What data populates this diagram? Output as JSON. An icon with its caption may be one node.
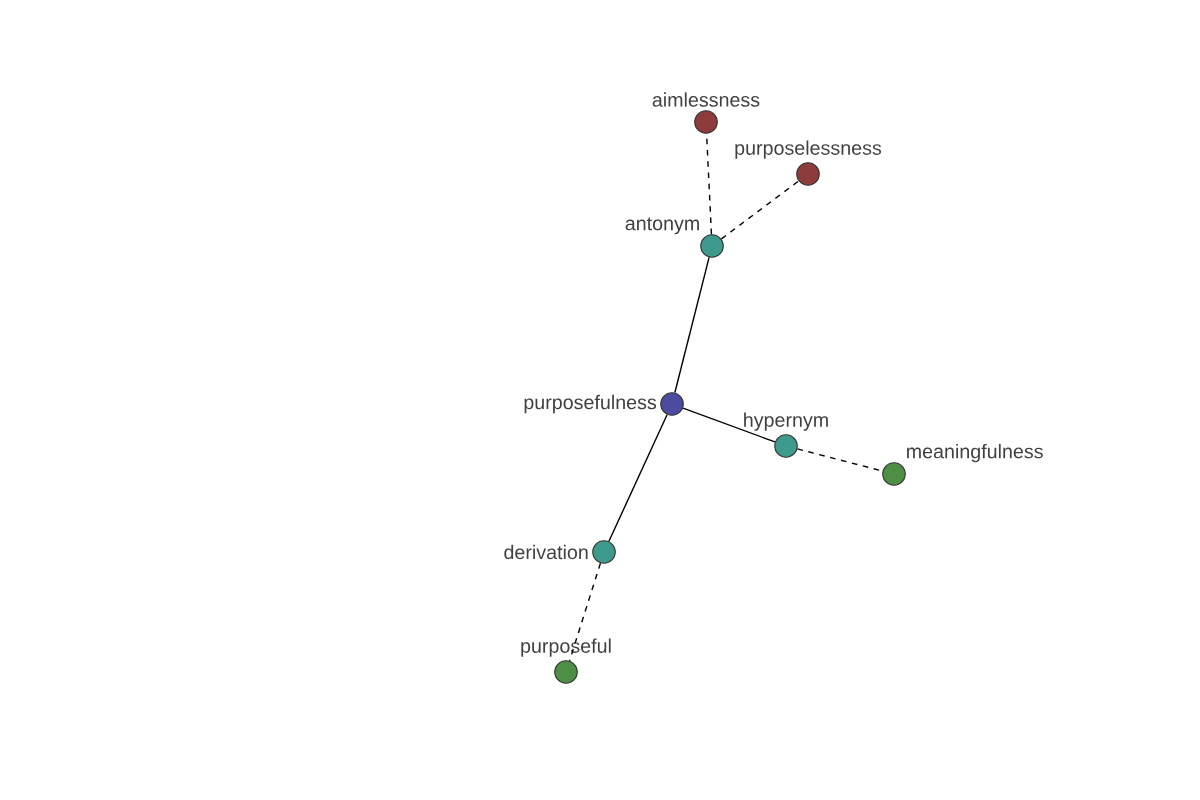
{
  "diagram": {
    "nodes": [
      {
        "text": [
          "purposefulness"
        ]
      },
      {
        "text": [
          "antonym"
        ]
      },
      {
        "text": [
          "aimlessness"
        ]
      },
      {
        "text": [
          "purposelessness"
        ]
      },
      {
        "text": [
          "hypernym"
        ]
      },
      {
        "text": [
          "meaningfulness"
        ]
      },
      {
        "text": [
          "derivation"
        ]
      },
      {
        "text": [
          "purposeful"
        ]
      }
    ],
    "edges": [
      {
        "from": 0,
        "to": 1,
        "arrow": "none"
      },
      {
        "from": 1,
        "to": 2,
        "arrow": "none",
        "style": "dashed"
      },
      {
        "from": 1,
        "to": 3,
        "arrow": "none",
        "style": "dashed"
      },
      {
        "from": 0,
        "to": 4,
        "arrow": "none"
      },
      {
        "from": 4,
        "to": 5,
        "arrow": "none",
        "style": "dashed"
      },
      {
        "from": 0,
        "to": 6,
        "arrow": "none"
      },
      {
        "from": 6,
        "to": 7,
        "arrow": "none",
        "style": "dashed"
      }
    ]
  }
}
